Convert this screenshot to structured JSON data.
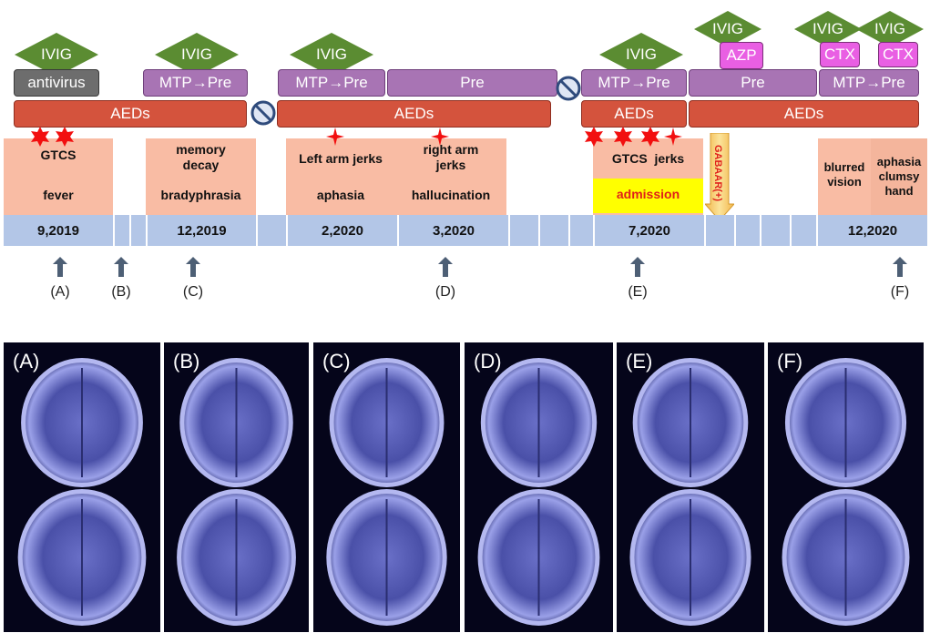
{
  "treatments": {
    "ivig": "IVIG",
    "antivirus": "antivirus",
    "mtp_pre": "MTP→Pre",
    "pre": "Pre",
    "aeds": "AEDs",
    "azp": "AZP",
    "ctx": "CTX"
  },
  "symptoms": {
    "gtcs": "GTCS",
    "fever": "fever",
    "memory_decay": "memory\ndecay",
    "bradyphrasia": "bradyphrasia",
    "left_arm_jerks": "Left arm jerks",
    "aphasia": "aphasia",
    "right_arm_jerks": "right arm\njerks",
    "hallucination": "hallucination",
    "gtcs_jerks": "GTCS  jerks",
    "admission": "admission",
    "gabaar": "GABAAR(+)",
    "blurred_vision": "blurred\nvision",
    "aphasia_clumsy_hand": "aphasia\nclumsy\nhand"
  },
  "dates": [
    "9,2019",
    "12,2019",
    "2,2020",
    "3,2020",
    "7,2020",
    "12,2020"
  ],
  "markers": [
    "(A)",
    "(B)",
    "(C)",
    "(D)",
    "(E)",
    "(F)"
  ],
  "panels": [
    "(A)",
    "(B)",
    "(C)",
    "(D)",
    "(E)",
    "(F)"
  ],
  "colors": {
    "ivig": "#5b8c32",
    "aeds": "#d4533d",
    "mtp": "#a874b4",
    "antivirus": "#6d6d6d",
    "pink": "#e95fe3",
    "symptom_bg": "#f9bca4",
    "date_bg": "#b3c6e7",
    "admission": "#ffff00",
    "star": "#f20f0f",
    "arrow": "#4d5f75",
    "scan_bg": "#05051a"
  }
}
